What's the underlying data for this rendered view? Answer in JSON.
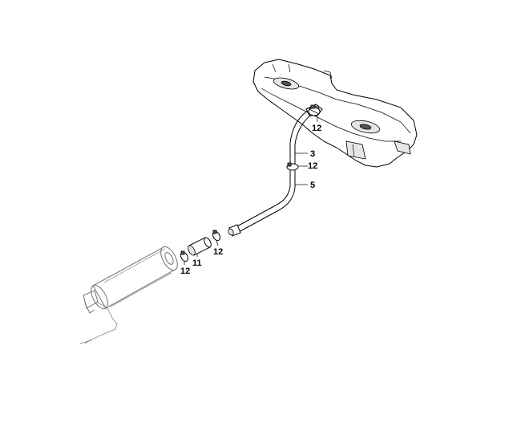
{
  "callouts": {
    "upper_clamp": "12",
    "hose_3": "3",
    "mid_clamp": "12",
    "pipe_5": "5",
    "clamp_right": "12",
    "connector_11": "11",
    "clamp_left": "12"
  }
}
